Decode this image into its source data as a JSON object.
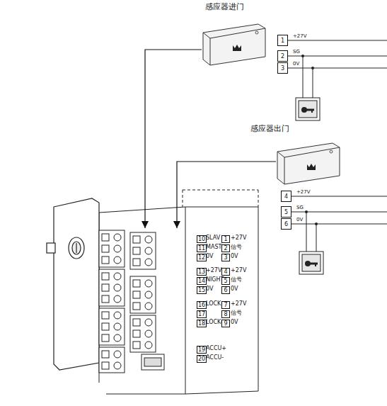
{
  "diagram": {
    "nodes": [
      {
        "text": [
          "感应器进门"
        ]
      },
      {
        "text": [
          "感应器出门"
        ]
      },
      {
        "text": [
          "10",
          "SLAV",
          "11",
          "MAST",
          "12",
          "0V",
          "1",
          "+27V",
          "2",
          "信号",
          "3",
          "0V",
          "13",
          "+27V",
          "14",
          "NIGHT",
          "15",
          "0V",
          "4",
          "+27V",
          "5",
          "信号",
          "6",
          "0V",
          "16",
          "LOCK+",
          "17",
          "18",
          "LOCK-",
          "7",
          "+27V",
          "8",
          "信号",
          "9",
          "0V",
          "19",
          "ACCU+",
          "20",
          "ACCU-"
        ]
      }
    ],
    "edges": [
      {
        "from": 0,
        "to": 2,
        "arrow": "to"
      },
      {
        "from": 1,
        "to": 2,
        "arrow": "to"
      }
    ],
    "labels": [
      "1",
      "+27V",
      "2",
      "SG",
      "3",
      "0V",
      "4",
      "+27V",
      "5",
      "SG",
      "6",
      "0V"
    ]
  }
}
